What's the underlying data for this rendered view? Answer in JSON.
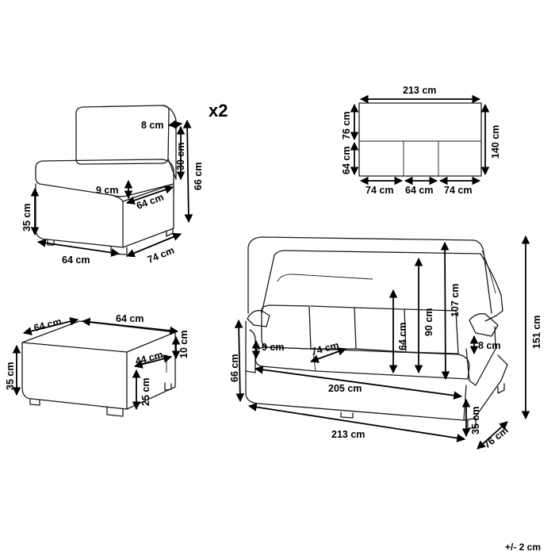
{
  "multiplier": "x2",
  "tolerance": "+/- 2 cm",
  "chair": {
    "back_depth": "8 cm",
    "back_height": "30 cm",
    "total_height": "66 cm",
    "arm_width": "9 cm",
    "seat_depth": "64 cm",
    "base_height": "35 cm",
    "width": "64 cm",
    "depth": "74 cm"
  },
  "ottoman": {
    "width_top": "64 cm",
    "depth_top": "64 cm",
    "height": "35 cm",
    "leg_height": "10 cm",
    "inner_depth": "44 cm",
    "inner_height": "25 cm"
  },
  "plan": {
    "total_width": "213 cm",
    "top_depth": "76 cm",
    "bottom_depth": "64 cm",
    "total_depth": "140 cm",
    "left_seg": "74 cm",
    "mid_seg": "64 cm",
    "right_seg": "74 cm"
  },
  "daybed": {
    "cushion_height": "64 cm",
    "back_height": "90 cm",
    "canopy_back": "107 cm",
    "total_height": "151 cm",
    "arm_left": "9 cm",
    "seat_depth": "74 cm",
    "arm_right": "8 cm",
    "seat_width": "205 cm",
    "seat_height": "66 cm",
    "base_height": "35 cm",
    "width": "213 cm",
    "depth": "76 cm"
  }
}
